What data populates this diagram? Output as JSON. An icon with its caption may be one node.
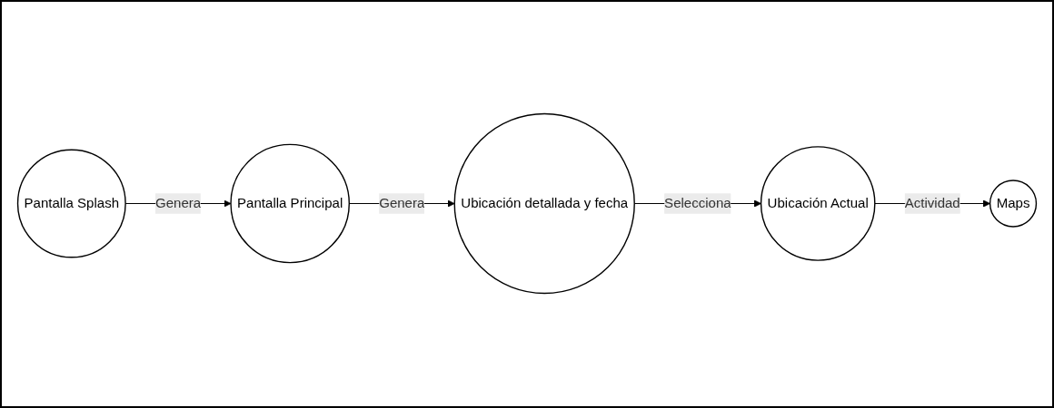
{
  "diagram": {
    "nodes": [
      {
        "text": [
          "Pantalla Splash"
        ]
      },
      {
        "text": [
          "Pantalla Principal"
        ]
      },
      {
        "text": [
          "Ubicación detallada y fecha"
        ]
      },
      {
        "text": [
          "Ubicación Actual"
        ]
      },
      {
        "text": [
          "Maps"
        ]
      }
    ],
    "edges": [
      {
        "from": 0,
        "to": 1,
        "arrow": "to",
        "label": "Genera"
      },
      {
        "from": 1,
        "to": 2,
        "arrow": "to",
        "label": "Genera"
      },
      {
        "from": 2,
        "to": 3,
        "arrow": "to",
        "label": "Selecciona"
      },
      {
        "from": 3,
        "to": 4,
        "arrow": "to",
        "label": "Actividad"
      }
    ]
  }
}
